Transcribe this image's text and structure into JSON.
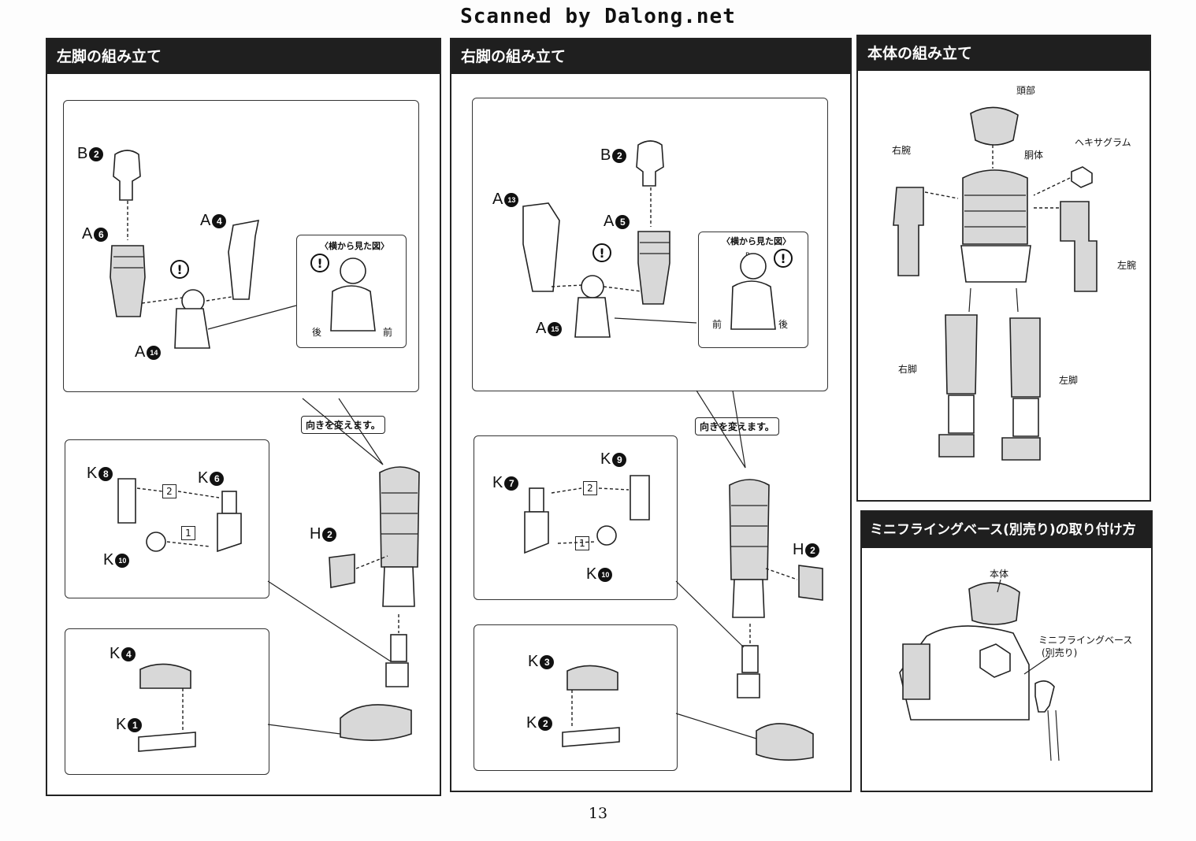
{
  "watermark": "Scanned by Dalong.net",
  "page_number": "13",
  "left_leg": {
    "title": "左脚の組み立て",
    "parts": {
      "b2": {
        "letter": "B",
        "num": "2"
      },
      "a6": {
        "letter": "A",
        "num": "6"
      },
      "a4": {
        "letter": "A",
        "num": "4"
      },
      "a14": {
        "letter": "A",
        "num": "14"
      },
      "k8": {
        "letter": "K",
        "num": "8"
      },
      "k6": {
        "letter": "K",
        "num": "6"
      },
      "k10": {
        "letter": "K",
        "num": "10"
      },
      "h2": {
        "letter": "H",
        "num": "2"
      },
      "k4": {
        "letter": "K",
        "num": "4"
      },
      "k1": {
        "letter": "K",
        "num": "1"
      }
    },
    "side_view": {
      "title": "〈横から見た図〉",
      "back": "後",
      "front": "前"
    },
    "turn_note": "向きを変えます。",
    "steps": [
      "2",
      "1"
    ]
  },
  "right_leg": {
    "title": "右脚の組み立て",
    "parts": {
      "b2": {
        "letter": "B",
        "num": "2"
      },
      "a13": {
        "letter": "A",
        "num": "13"
      },
      "a5": {
        "letter": "A",
        "num": "5"
      },
      "a15": {
        "letter": "A",
        "num": "15"
      },
      "k9": {
        "letter": "K",
        "num": "9"
      },
      "k7": {
        "letter": "K",
        "num": "7"
      },
      "k10": {
        "letter": "K",
        "num": "10"
      },
      "h2": {
        "letter": "H",
        "num": "2"
      },
      "k3": {
        "letter": "K",
        "num": "3"
      },
      "k2": {
        "letter": "K",
        "num": "2"
      }
    },
    "side_view": {
      "title": "〈横から見た図〉",
      "front": "前",
      "back": "後",
      "mark": "R"
    },
    "turn_note": "向きを変えます。",
    "steps": [
      "2",
      "1"
    ]
  },
  "body_assembly": {
    "title": "本体の組み立て",
    "labels": {
      "head": "頭部",
      "right_arm": "右腕",
      "torso": "胴体",
      "hexagram": "ヘキサグラム",
      "left_arm": "左腕",
      "right_leg": "右脚",
      "left_leg": "左脚"
    }
  },
  "mini_base": {
    "title": "ミニフライングベース(別売り)の取り付け方",
    "labels": {
      "body": "本体",
      "base_line1": "ミニフライングベース",
      "base_line2": "(別売り)"
    }
  }
}
